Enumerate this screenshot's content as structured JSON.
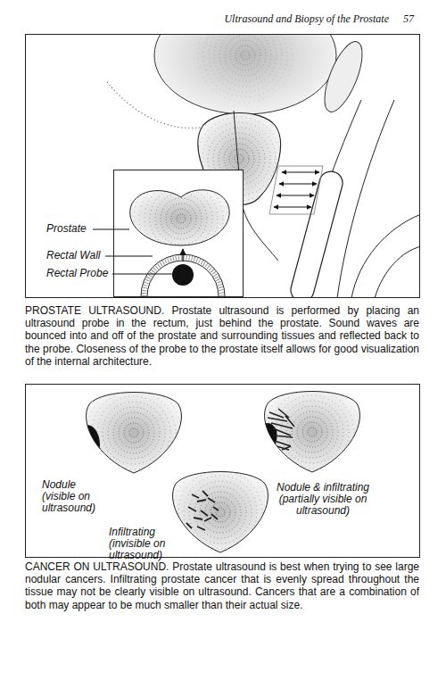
{
  "diagram": {
    "title": "Ultrasound and Biopsy of the Prostate",
    "labels": [
      "57",
      "Prostate",
      "Rectal Wall",
      "Rectal Probe",
      "PROSTATE ULTRASOUND. Prostate ultrasound is performed by placing an ultrasound probe in the rectum, just behind the prostate. Sound waves are bounced into and off of the prostate and surrounding tissues and reflected back to the probe. Closeness of the probe to the prostate itself allows for good visualization of the internal architecture.",
      "Nodule (visible on ultrasound)",
      "Nodule & infiltrating (partially visible on ultrasound)",
      "Infiltrating (invisible on ultrasound)",
      "CANCER ON ULTRASOUND. Prostate ultrasound is best when trying to see large nodular cancers. Infiltrating prostate cancer that is evenly spread throughout the tissue may not be clearly visible on ultrasound. Cancers that are a combination of both may appear to be much smaller than their actual size."
    ]
  }
}
